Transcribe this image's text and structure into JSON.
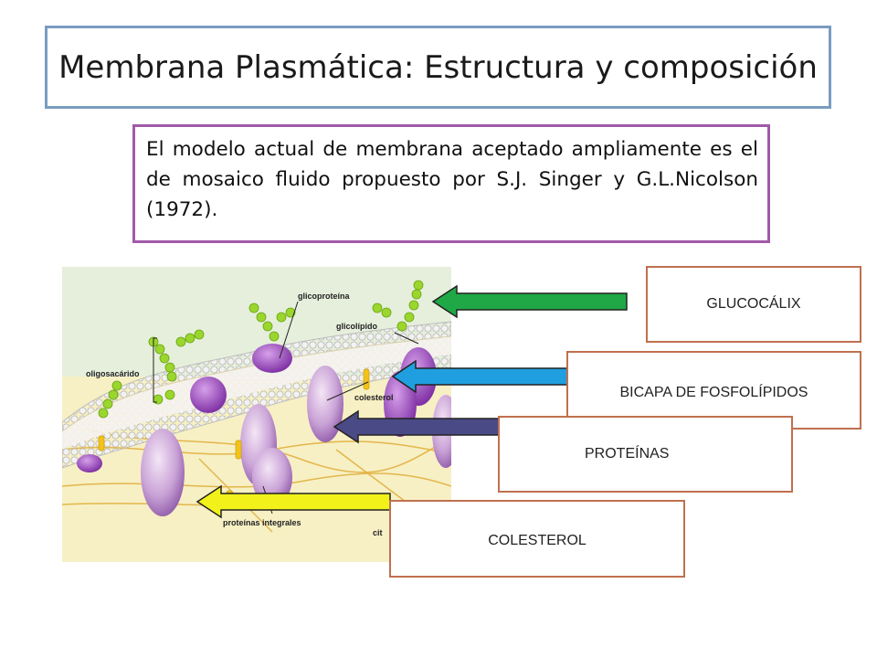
{
  "title": "Membrana Plasmática: Estructura y composición",
  "description": "El modelo actual de membrana aceptado ampliamente es el de mosaico fluido propuesto por S.J. Singer y G.L.Nicolson (1972).",
  "diagram": {
    "labels": {
      "glycoprotein": "glicoproteína",
      "glycolipid": "glicolípido",
      "oligosaccharide": "oligosacárido",
      "cholesterol": "colesterol",
      "integral_proteins": "proteínas integrales",
      "cut_label": "cit"
    }
  },
  "boxes": {
    "glucocalix": "GLUCOCÁLIX",
    "bicapa": "BICAPA DE FOSFOLÍPIDOS",
    "proteinas": "PROTEÍNAS",
    "colesterol": "COLESTEROL"
  },
  "colors": {
    "arrow_glucocalix": "#1fa845",
    "arrow_bicapa": "#1f9fe0",
    "arrow_proteinas": "#4a4a86",
    "arrow_colesterol": "#f2f21a",
    "box_border": "#c0704e",
    "title_border": "#7a9cc0",
    "desc_border": "#a05aa8"
  }
}
